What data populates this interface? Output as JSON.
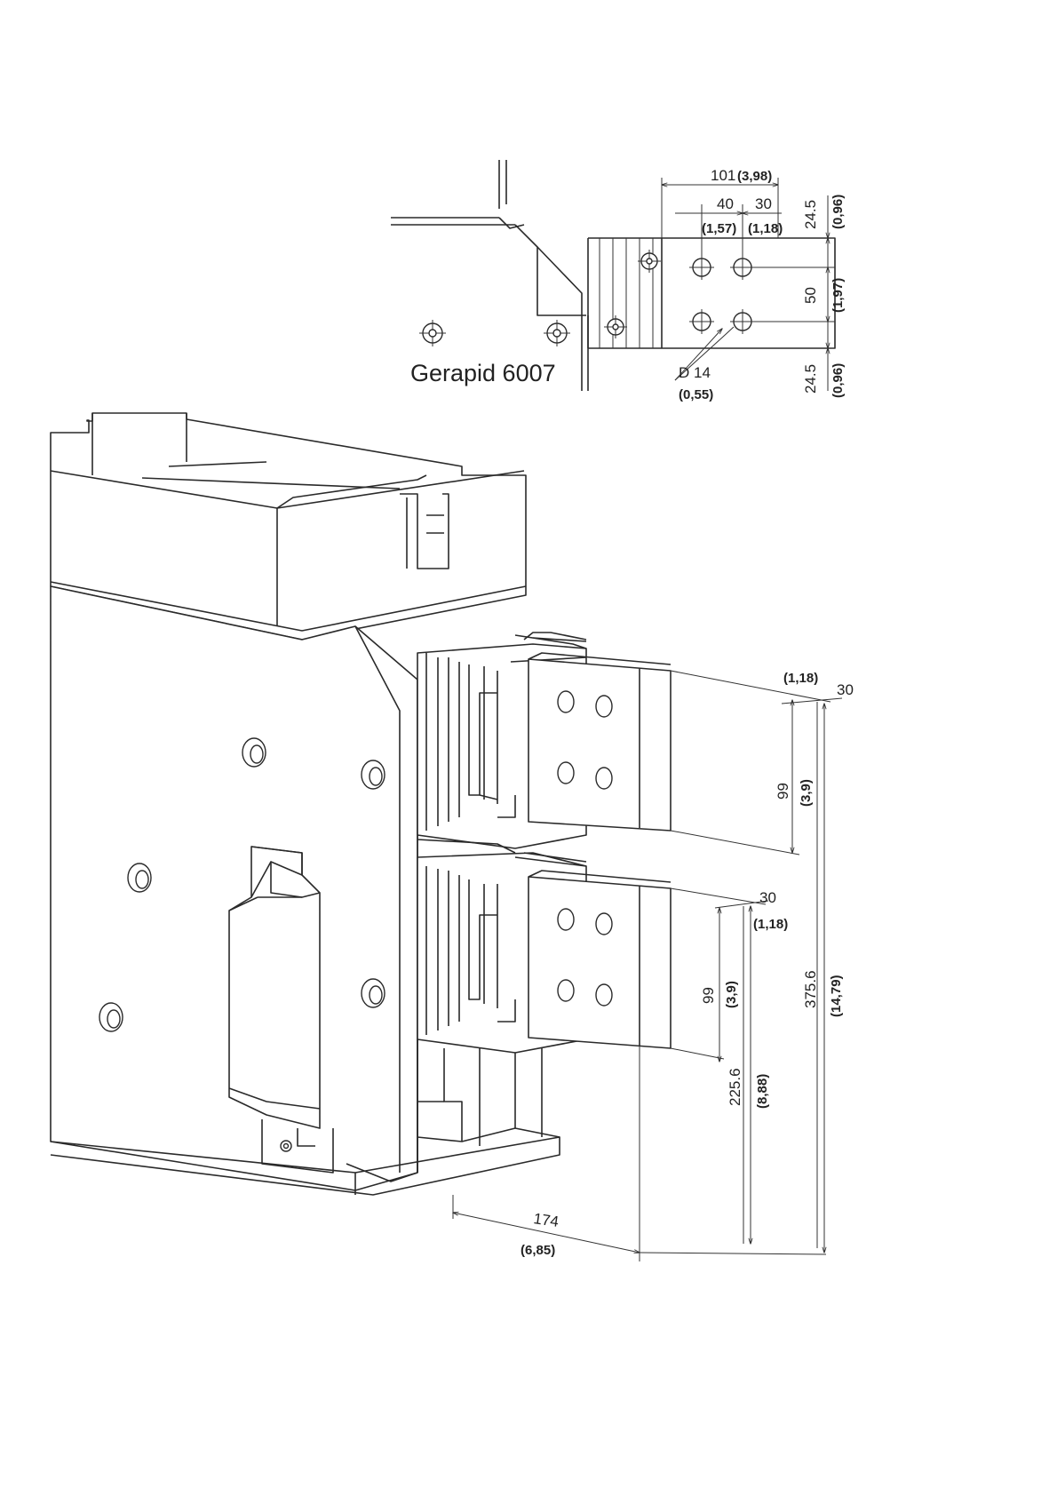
{
  "top_view": {
    "model_label": "Gerapid 6007",
    "dim_101": "101",
    "dim_101_in": "(3,98)",
    "dim_40": "40",
    "dim_40_in": "(1,57)",
    "dim_30": "30",
    "dim_30_in": "(1,18)",
    "dim_24_5_top": "24.5",
    "dim_24_5_top_in": "(0,96)",
    "dim_50": "50",
    "dim_50_in": "(1,97)",
    "dim_24_5_bottom": "24.5",
    "dim_24_5_bottom_in": "(0,96)",
    "hole_dia": "D 14",
    "hole_dia_in": "(0,55)"
  },
  "iso_view": {
    "upper_bar_thickness_in": "(1,18)",
    "upper_bar_thickness": "30",
    "upper_bar_height": "99",
    "upper_bar_height_in": "(3,9)",
    "lower_bar_thickness": "30",
    "lower_bar_thickness_in": "(1,18)",
    "lower_bar_height": "99",
    "lower_bar_height_in": "(3,9)",
    "lower_bar_level": "225.6",
    "lower_bar_level_in": "(8,88)",
    "upper_bar_level": "375.6",
    "upper_bar_level_in": "(14,79)",
    "depth": "174",
    "depth_in": "(6,85)"
  }
}
